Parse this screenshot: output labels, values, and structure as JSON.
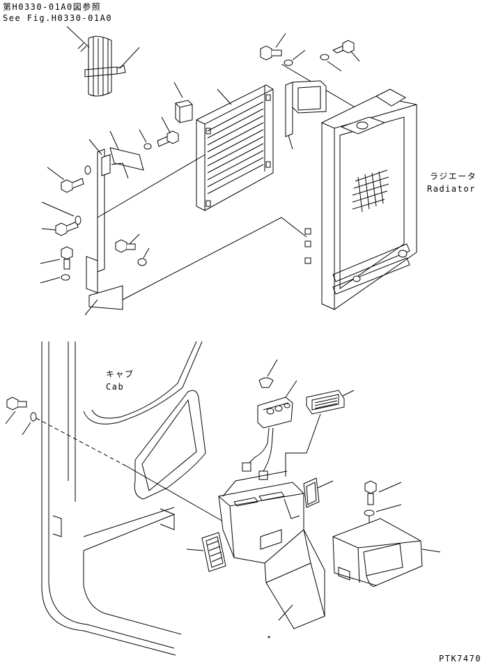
{
  "labels": {
    "ref_jp": "第H0330-01A0図参照",
    "ref_en": "See Fig.H0330-01A0",
    "radiator_jp": "ラジエータ",
    "radiator_en": "Radiator",
    "cab_jp": "キャブ",
    "cab_en": "Cab",
    "drawing_code": "PTK7470"
  },
  "colors": {
    "line": "#000000",
    "background": "#ffffff"
  }
}
